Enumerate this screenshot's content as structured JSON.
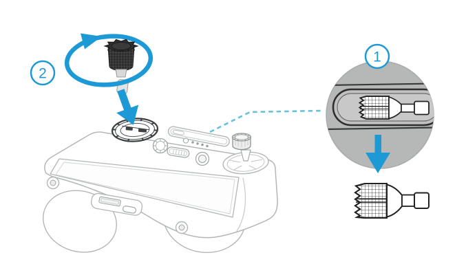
{
  "diagram": {
    "type": "hardware-instruction-illustration",
    "steps": [
      {
        "label": "1"
      },
      {
        "label": "2"
      }
    ],
    "colors": {
      "accent_blue": "#1d9ad5",
      "callout_dash_blue": "#66c2d7",
      "magnifier_gray": "#b6b7b7",
      "line_art_gray": "#b3b6b7",
      "detail_black": "#222222"
    },
    "icons": {
      "rotation_arrow": "rotate-unscrew-arrow",
      "down_arrow_left": "arrow-down-icon",
      "down_arrow_right": "arrow-down-icon",
      "magnifier": "zoom-detail-circle",
      "controller": "remote-controller-illustration",
      "stick": "control-stick"
    }
  }
}
